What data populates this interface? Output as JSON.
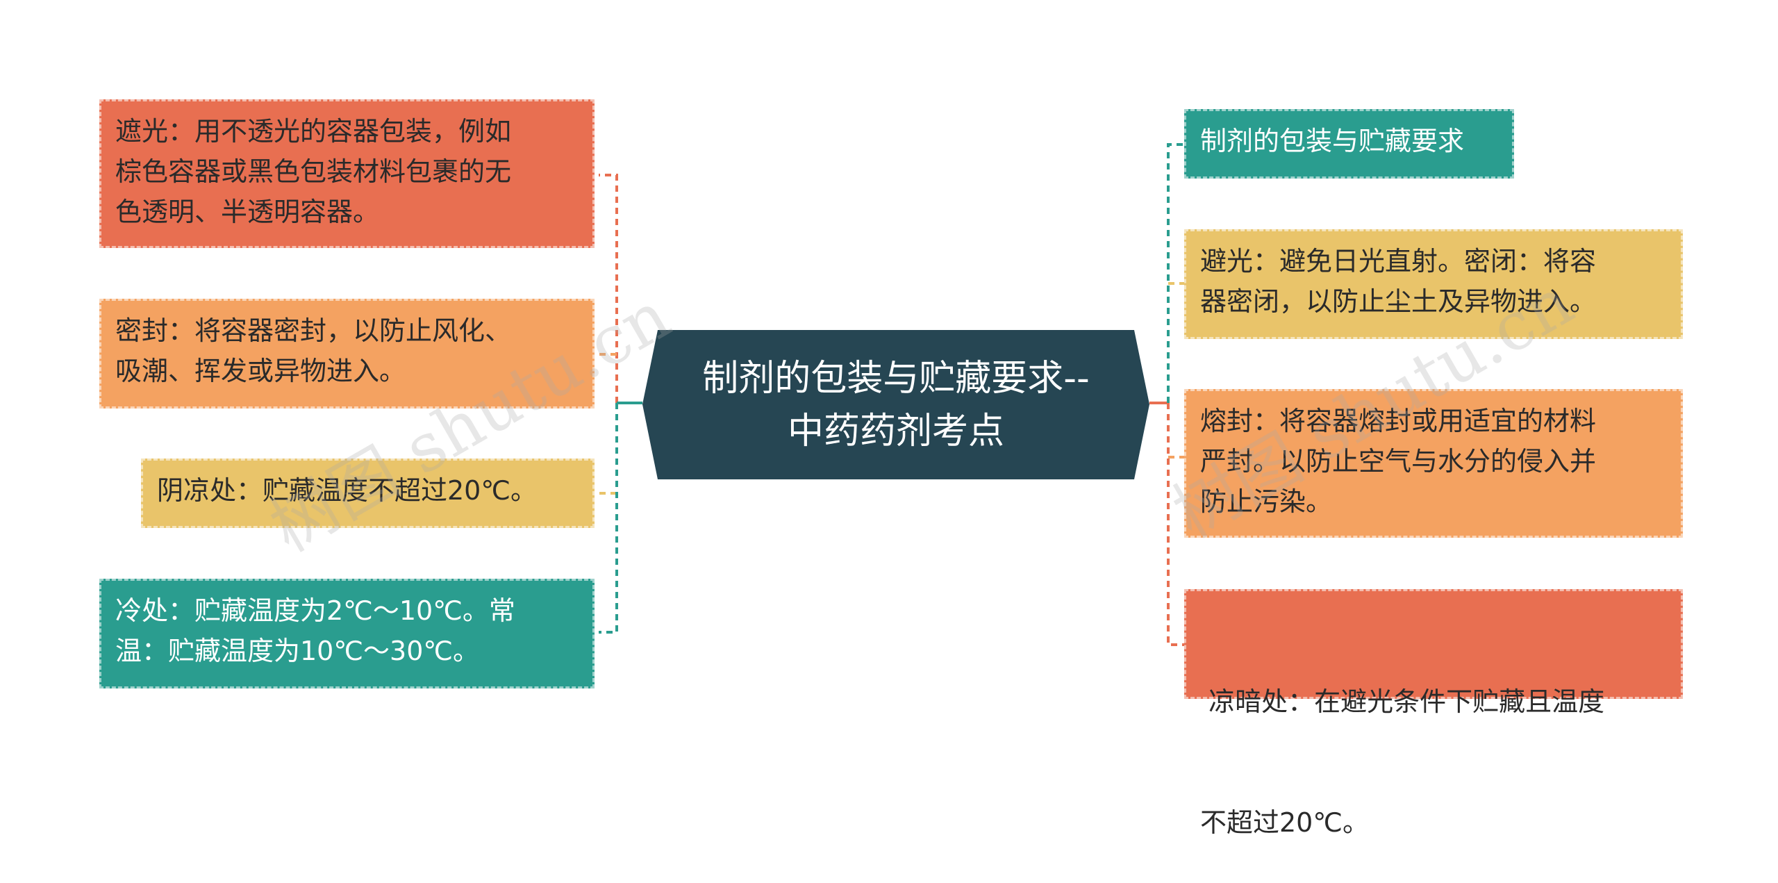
{
  "center": {
    "lines": [
      "制剂的包装与贮藏要求--",
      "中药药剂考点"
    ]
  },
  "left": [
    {
      "lines": [
        "遮光：用不透光的容器包装，例如",
        "棕色容器或黑色包装材料包裹的无",
        "色透明、半透明容器。"
      ],
      "color": "#e86f51"
    },
    {
      "lines": [
        "密封：将容器密封，以防止风化、",
        "吸潮、挥发或异物进入。"
      ],
      "color": "#f4a261"
    },
    {
      "lines": [
        "阴凉处：贮藏温度不超过20℃。"
      ],
      "color": "#e9c46a"
    },
    {
      "lines": [
        "冷处：贮藏温度为2℃～10℃。常",
        "温：贮藏温度为10℃～30℃。"
      ],
      "color": "#2a9d8f"
    }
  ],
  "right": [
    {
      "lines": [
        "制剂的包装与贮藏要求"
      ],
      "color": "#2a9d8f"
    },
    {
      "lines": [
        "避光：避免日光直射。密闭：将容",
        "器密闭，以防止尘土及异物进入。"
      ],
      "color": "#e9c46a"
    },
    {
      "lines": [
        "熔封：将容器熔封或用适宜的材料",
        "严封。以防止空气与水分的侵入并",
        "防止污染。"
      ],
      "color": "#f4a261"
    },
    {
      "lines": [
        " 凉暗处：在避光条件下贮藏且温度",
        "不超过20℃。"
      ],
      "color": "#e86f51"
    }
  ],
  "watermarks": [
    "树图 shutu.cn",
    "树图 shutu.cn"
  ],
  "colors": {
    "center": "#264653",
    "red": "#e86f51",
    "orange": "#f4a261",
    "yellow": "#e9c46a",
    "teal": "#2a9d8f"
  }
}
